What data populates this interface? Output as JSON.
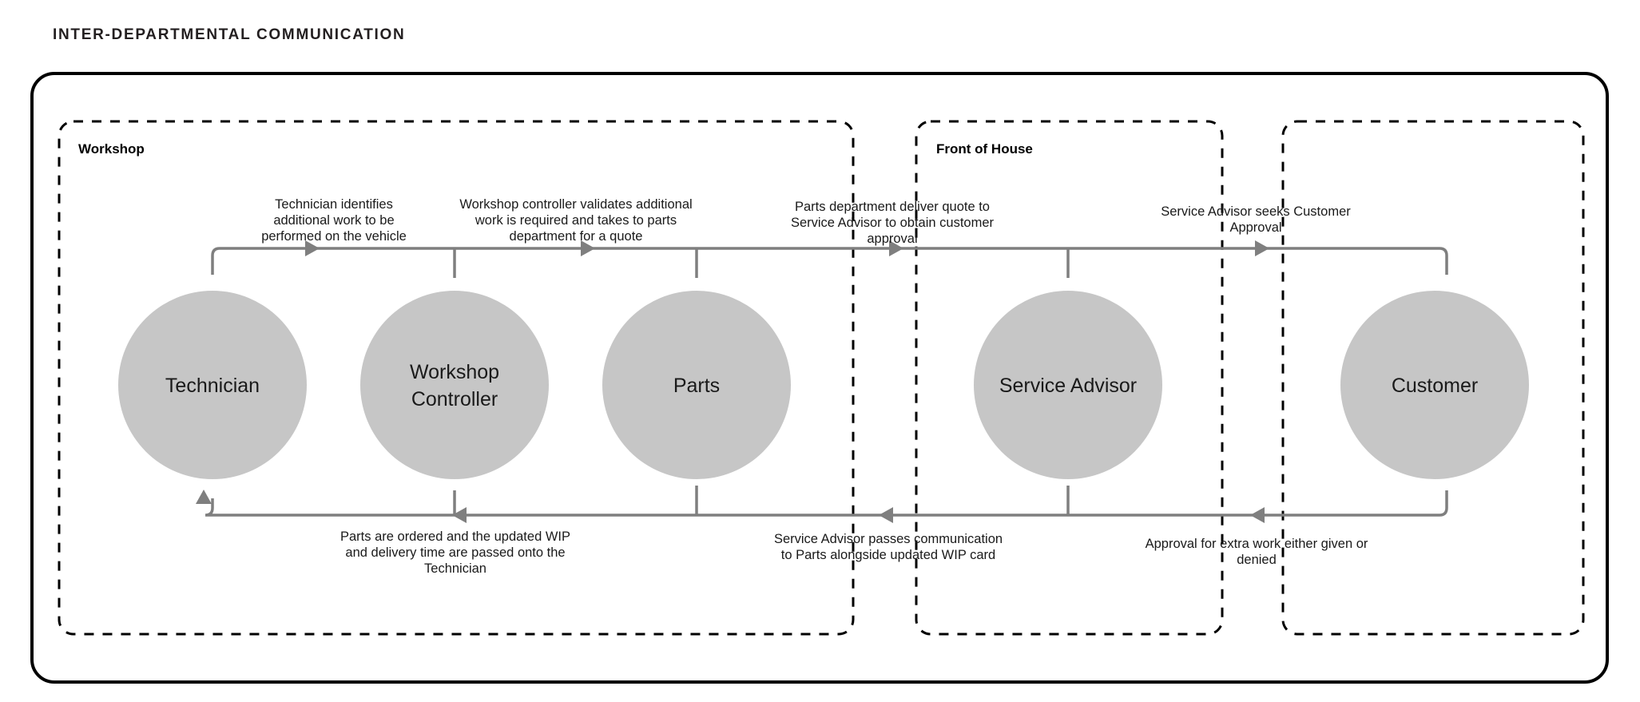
{
  "header": {
    "title": "INTER-DEPARTMENTAL COMMUNICATION"
  },
  "colors": {
    "node_fill": "#c6c6c6",
    "flow_stroke": "#7f7f7f",
    "frame_stroke": "#000000",
    "text": "#1a1a1a",
    "background": "#ffffff"
  },
  "lanes": [
    {
      "id": "workshop",
      "label": "Workshop"
    },
    {
      "id": "front-of-house",
      "label": "Front of House"
    },
    {
      "id": "customer-lane",
      "label": ""
    }
  ],
  "nodes": [
    {
      "id": "technician",
      "label": "Technician",
      "lines": [
        "Technician"
      ]
    },
    {
      "id": "workshop-controller",
      "label": "Workshop Controller",
      "lines": [
        "Workshop",
        "Controller"
      ]
    },
    {
      "id": "parts",
      "label": "Parts",
      "lines": [
        "Parts"
      ]
    },
    {
      "id": "service-advisor",
      "label": "Service Advisor",
      "lines": [
        "Service Advisor"
      ]
    },
    {
      "id": "customer",
      "label": "Customer",
      "lines": [
        "Customer"
      ]
    }
  ],
  "forward_edges": [
    {
      "id": "technician-to-workshop-controller",
      "from": "technician",
      "to": "workshop-controller",
      "lines": [
        "Technician identifies",
        "additional work to be",
        "performed on the vehicle"
      ]
    },
    {
      "id": "workshop-controller-to-parts",
      "from": "workshop-controller",
      "to": "parts",
      "lines": [
        "Workshop controller validates additional",
        "work is required and takes to parts",
        "department for a quote"
      ]
    },
    {
      "id": "parts-to-service-advisor",
      "from": "parts",
      "to": "service-advisor",
      "lines": [
        "Parts department deliver quote to",
        "Service Advisor to obtain customer",
        "approval"
      ]
    },
    {
      "id": "service-advisor-to-customer",
      "from": "service-advisor",
      "to": "customer",
      "lines": [
        "Service Advisor seeks Customer",
        "Approval"
      ]
    }
  ],
  "return_edges": [
    {
      "id": "parts-to-technician",
      "from": "parts",
      "to": "technician",
      "lines": [
        "Parts are ordered and the updated WIP",
        "and delivery time are passed onto the",
        "Technician"
      ]
    },
    {
      "id": "service-advisor-to-parts",
      "from": "service-advisor",
      "to": "parts",
      "lines": [
        "Service Advisor passes communication",
        "to Parts alongside updated WIP card"
      ]
    },
    {
      "id": "customer-to-service-advisor",
      "from": "customer",
      "to": "service-advisor",
      "lines": [
        "Approval for extra work either given or",
        "denied"
      ]
    }
  ]
}
